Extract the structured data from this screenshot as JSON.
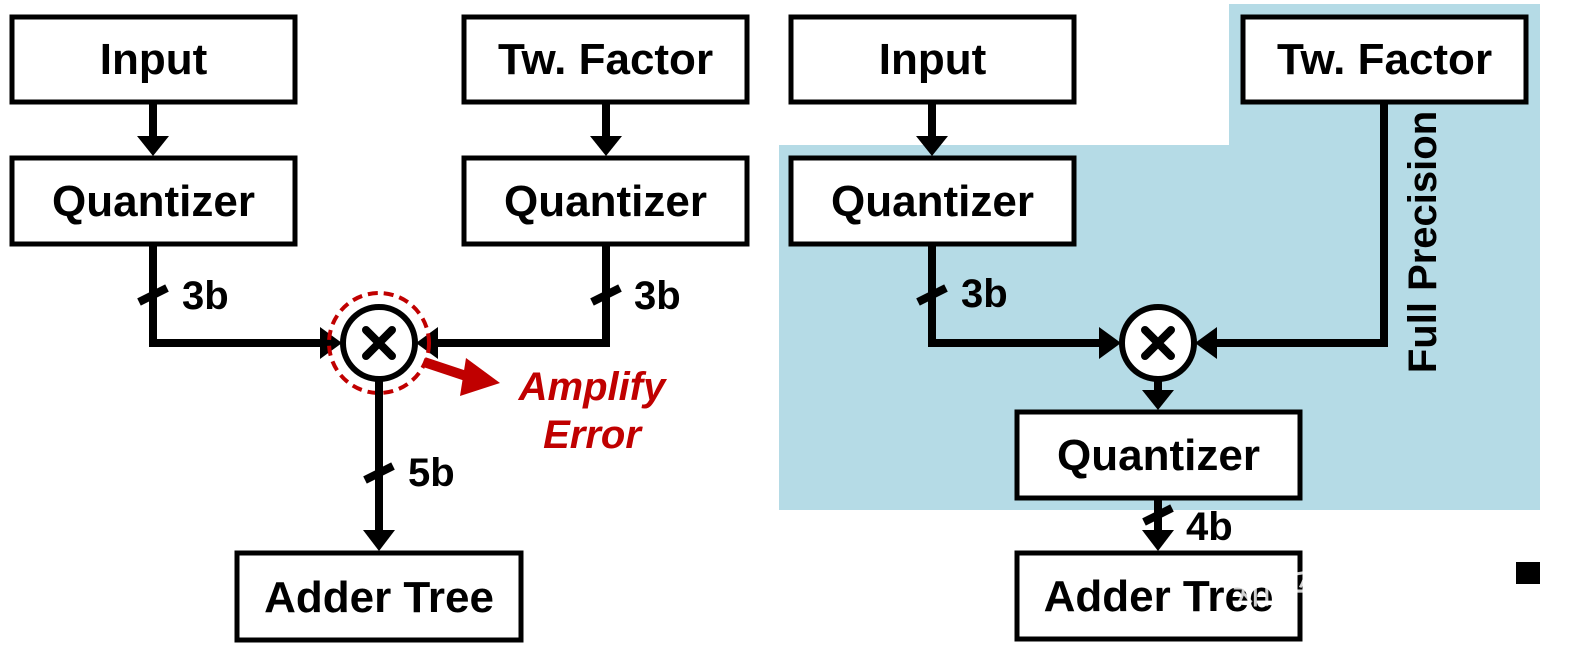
{
  "colors": {
    "shade": "#b5dbe6",
    "error_red": "#c00000",
    "ink": "#000000"
  },
  "left": {
    "input": "Input",
    "tw_factor": "Tw. Factor",
    "quantizer_input": "Quantizer",
    "quantizer_tw": "Quantizer",
    "bits_input": "3b",
    "bits_tw": "3b",
    "bits_out": "5b",
    "multiplier": "⊗",
    "amplify_line1": "Amplify",
    "amplify_line2": "Error",
    "adder_tree": "Adder Tree"
  },
  "right": {
    "input": "Input",
    "tw_factor": "Tw. Factor",
    "quantizer_input": "Quantizer",
    "bits_input": "3b",
    "full_precision": "Full Precision",
    "multiplier": "⊗",
    "quantizer_out": "Quantizer",
    "bits_out": "4b",
    "adder_tree": "Adder Tree"
  },
  "watermark": "知乎 @桔里猫"
}
